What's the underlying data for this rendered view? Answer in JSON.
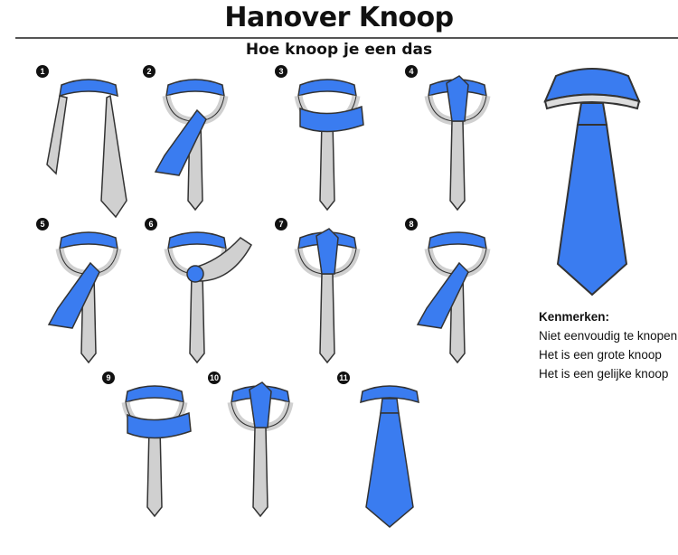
{
  "title": "Hanover Knoop",
  "subtitle": "Hoe knoop je een das",
  "steps": [
    {
      "number": "1",
      "state": "start"
    },
    {
      "number": "2",
      "state": "cross"
    },
    {
      "number": "3",
      "state": "wrap"
    },
    {
      "number": "4",
      "state": "up"
    },
    {
      "number": "5",
      "state": "around"
    },
    {
      "number": "6",
      "state": "across"
    },
    {
      "number": "7",
      "state": "up"
    },
    {
      "number": "8",
      "state": "around"
    },
    {
      "number": "9",
      "state": "wrap"
    },
    {
      "number": "10",
      "state": "up"
    },
    {
      "number": "11",
      "state": "done"
    }
  ],
  "features": {
    "heading": "Kenmerken:",
    "items": [
      "Niet eenvoudig te knopen",
      "Het is een grote knoop",
      "Het is een gelijke knoop"
    ]
  },
  "colors": {
    "blue": "#3a7cf0",
    "grey": "#d0d0d0",
    "outline": "#333333"
  }
}
